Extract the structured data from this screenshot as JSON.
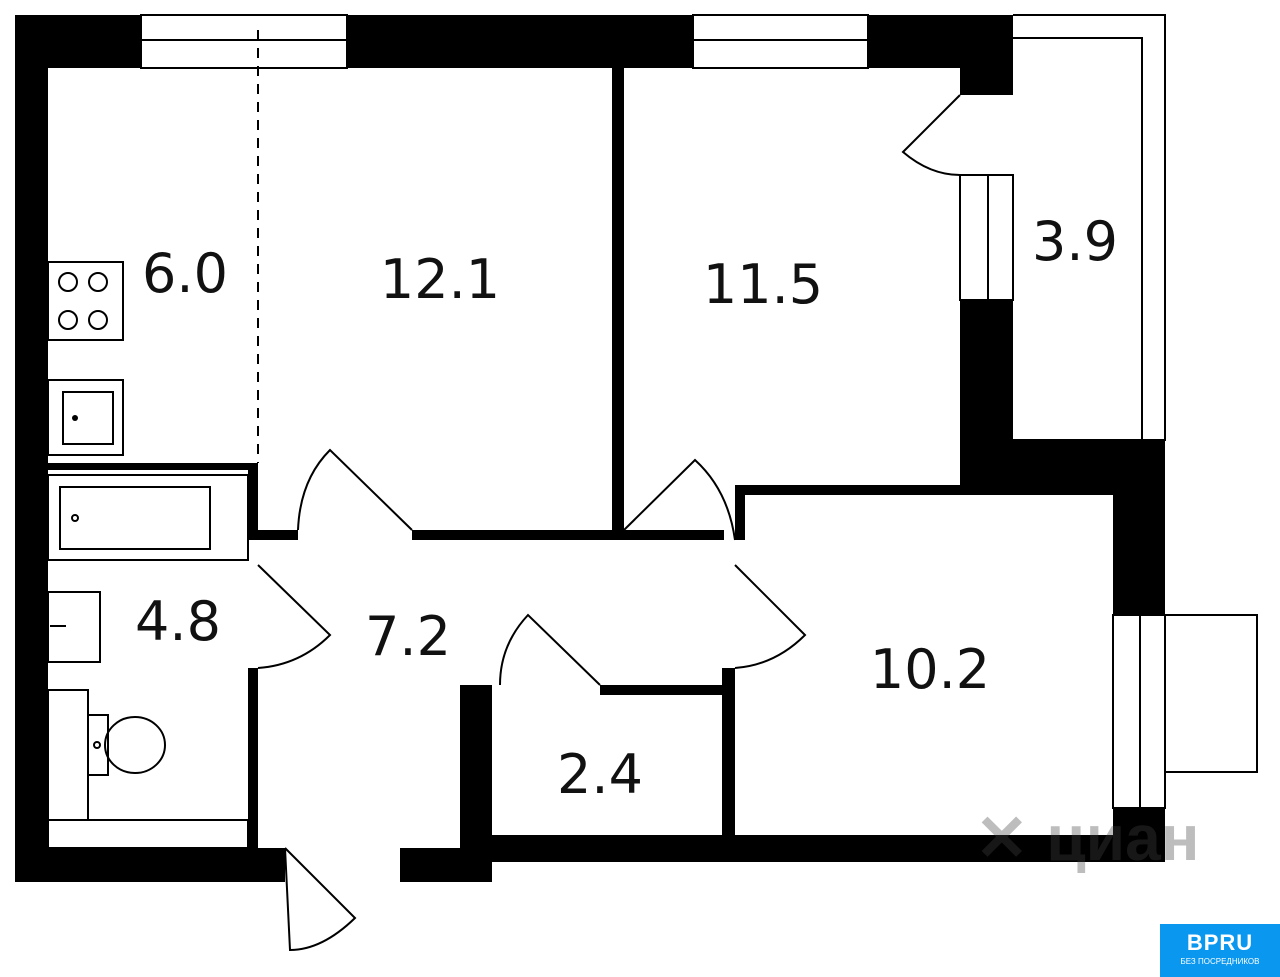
{
  "rooms": [
    {
      "id": "kitchen",
      "area": "6.0"
    },
    {
      "id": "living",
      "area": "12.1"
    },
    {
      "id": "bedroom",
      "area": "11.5"
    },
    {
      "id": "balcony",
      "area": "3.9"
    },
    {
      "id": "bathroom",
      "area": "4.8"
    },
    {
      "id": "hallway",
      "area": "7.2"
    },
    {
      "id": "storage",
      "area": "2.4"
    },
    {
      "id": "bedroom2",
      "area": "10.2"
    }
  ],
  "watermark": "циан",
  "badge": {
    "title": "BPRU",
    "subtitle": "БЕЗ ПОСРЕДНИКОВ"
  }
}
